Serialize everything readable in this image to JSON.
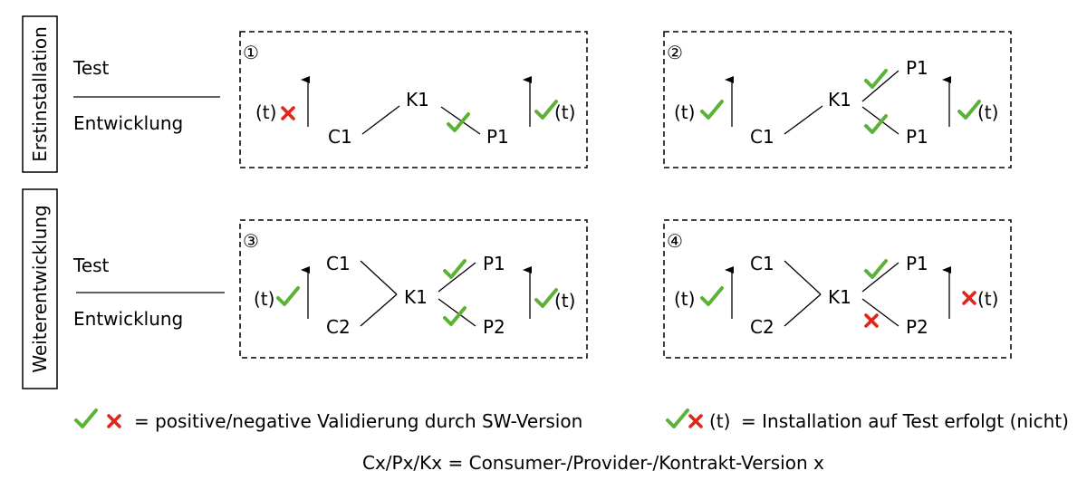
{
  "sections": {
    "first": "Erstinstallation",
    "further": "Weiterentwicklung"
  },
  "levels": {
    "test": "Test",
    "dev": "Entwicklung"
  },
  "scenarios": [
    {
      "number": "①",
      "consumers": [
        "C1"
      ],
      "contract": "K1",
      "providers": [
        "P1"
      ]
    },
    {
      "number": "②",
      "consumers": [
        "C1"
      ],
      "contract": "K1",
      "providers": [
        "P1",
        "P1"
      ]
    },
    {
      "number": "③",
      "consumers": [
        "C1",
        "C2"
      ],
      "contract": "K1",
      "providers": [
        "P1",
        "P2"
      ]
    },
    {
      "number": "④",
      "consumers": [
        "C1",
        "C2"
      ],
      "contract": "K1",
      "providers": [
        "P1",
        "P2"
      ]
    }
  ],
  "install_marker": "(t)",
  "legend": {
    "validation": "= positive/negative Validierung durch SW-Version",
    "installation_t": "(t)",
    "installation": "= Installation auf Test erfolgt (nicht)",
    "abbreviations": "Cx/Px/Kx = Consumer-/Provider-/Kontrakt-Version x"
  },
  "colors": {
    "check": "#5cb236",
    "cross": "#e1251b"
  },
  "icons": [
    "check-icon",
    "cross-icon",
    "up-arrow-icon"
  ]
}
